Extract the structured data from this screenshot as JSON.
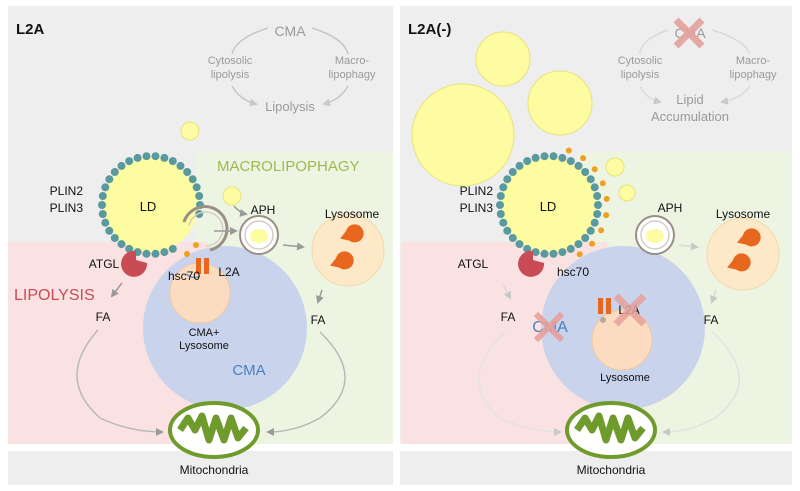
{
  "left_panel": {
    "title": "L2A",
    "cycle": {
      "top": "CMA",
      "left_line1": "Cytosolic",
      "left_line2": "lipolysis",
      "right_line1": "Macro-",
      "right_line2": "lipophagy",
      "bottom": "Lipolysis"
    },
    "macrolipophagy_label": "MACROLIPOPHAGY",
    "lipolysis_label": "LIPOLYSIS",
    "cma_label": "CMA",
    "plin2": "PLIN2",
    "plin3": "PLIN3",
    "ld": "LD",
    "aph": "APH",
    "lysosome": "Lysosome",
    "atgl": "ATGL",
    "hsc70": "hsc70",
    "l2a": "L2A",
    "fa_left": "FA",
    "fa_right": "FA",
    "cma_lysosome_line1": "CMA+",
    "cma_lysosome_line2": "Lysosome",
    "mitochondria": "Mitochondria"
  },
  "right_panel": {
    "title": "L2A(-)",
    "cycle": {
      "top": "CMA",
      "left_line1": "Cytosolic",
      "left_line2": "lipolysis",
      "right_line1": "Macro-",
      "right_line2": "lipophagy",
      "bottom_line1": "Lipid",
      "bottom_line2": "Accumulation"
    },
    "cma_label": "CMA",
    "plin2": "PLIN2",
    "plin3": "PLIN3",
    "ld": "LD",
    "aph": "APH",
    "lysosome_top": "Lysosome",
    "atgl": "ATGL",
    "hsc70": "hsc70",
    "l2a": "L2A",
    "fa_left": "FA",
    "fa_right": "FA",
    "lysosome_inner": "Lysosome",
    "mitochondria": "Mitochondria"
  },
  "colors": {
    "panel_gray": "#eeeeee",
    "macro_green": "#eef4e2",
    "lipolysis_pink": "#fbe2e2",
    "cma_blue": "#c9d3ec",
    "ld_yellow": "#fefca0",
    "plin_teal": "#5a9a9c",
    "atgl_red": "#c94b54",
    "l2a_orange": "#e8671e",
    "mito_green": "#6f9a2c",
    "x_red": "#e6a19c"
  }
}
